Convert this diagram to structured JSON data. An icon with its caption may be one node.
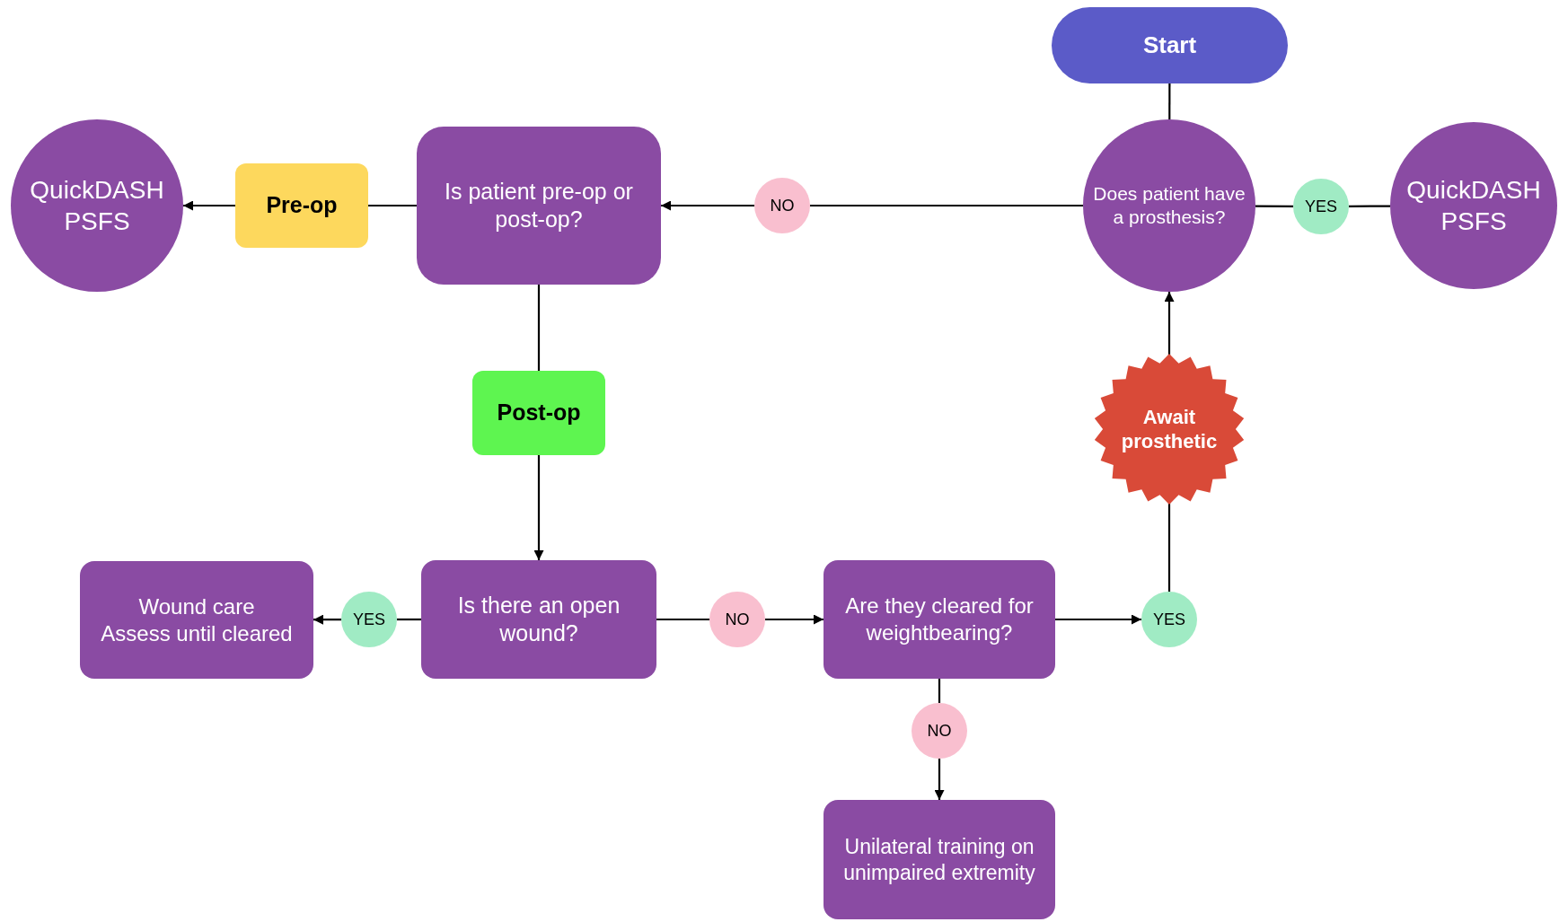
{
  "diagram": {
    "nodes": [
      {
        "text": [
          "Start"
        ]
      },
      {
        "text": [
          "Does patient have a prosthesis?"
        ]
      },
      {
        "text": [
          "YES"
        ]
      },
      {
        "text": [
          "QuickDASH PSFS"
        ]
      },
      {
        "text": [
          "NO"
        ]
      },
      {
        "text": [
          "Is patient pre-op or post-op?"
        ]
      },
      {
        "text": [
          "Pre-op"
        ]
      },
      {
        "text": [
          "QuickDASH PSFS"
        ]
      },
      {
        "text": [
          "Post-op"
        ]
      },
      {
        "text": [
          "Is there an open wound?"
        ]
      },
      {
        "text": [
          "YES"
        ]
      },
      {
        "text": [
          "Wound care",
          "Assess until cleared"
        ]
      },
      {
        "text": [
          "NO"
        ]
      },
      {
        "text": [
          "Are they cleared for weightbearing?"
        ]
      },
      {
        "text": [
          "YES"
        ]
      },
      {
        "text": [
          "Await prosthetic"
        ]
      },
      {
        "text": [
          "NO"
        ]
      },
      {
        "text": [
          "Unilateral training on unimpaired extremity"
        ]
      }
    ],
    "edges": [
      {
        "from": 0,
        "to": 1,
        "arrow": "none"
      },
      {
        "from": 1,
        "to": 2,
        "arrow": "none"
      },
      {
        "from": 2,
        "to": 3,
        "arrow": "none"
      },
      {
        "from": 1,
        "to": 4,
        "arrow": "none"
      },
      {
        "from": 4,
        "to": 5,
        "arrow": "to"
      },
      {
        "from": 5,
        "to": 6,
        "arrow": "none"
      },
      {
        "from": 6,
        "to": 7,
        "arrow": "to"
      },
      {
        "from": 5,
        "to": 8,
        "arrow": "none"
      },
      {
        "from": 8,
        "to": 9,
        "arrow": "to"
      },
      {
        "from": 9,
        "to": 10,
        "arrow": "none"
      },
      {
        "from": 10,
        "to": 11,
        "arrow": "to"
      },
      {
        "from": 9,
        "to": 12,
        "arrow": "none"
      },
      {
        "from": 12,
        "to": 13,
        "arrow": "to"
      },
      {
        "from": 13,
        "to": 14,
        "arrow": "to"
      },
      {
        "from": 14,
        "to": 15,
        "arrow": "none"
      },
      {
        "from": 15,
        "to": 1,
        "arrow": "to"
      },
      {
        "from": 13,
        "to": 16,
        "arrow": "none"
      },
      {
        "from": 16,
        "to": 17,
        "arrow": "to"
      }
    ]
  }
}
